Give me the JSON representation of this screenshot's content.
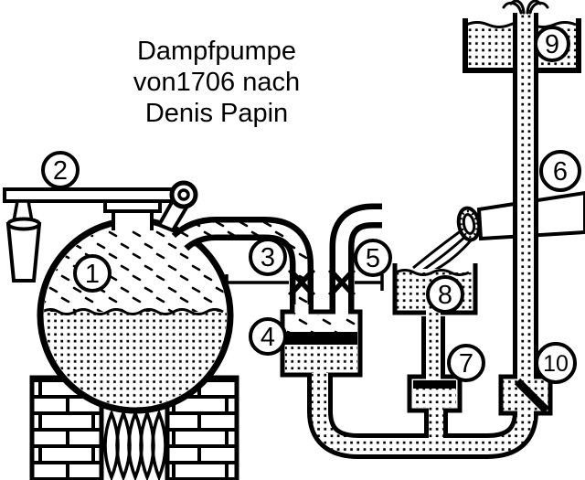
{
  "title": {
    "line1": "Dampfpumpe",
    "line2": "von1706 nach",
    "line3": "Denis Papin"
  },
  "labels": {
    "l1": "1",
    "l2": "2",
    "l3": "3",
    "l4": "4",
    "l5": "5",
    "l6": "6",
    "l7": "7",
    "l8": "8",
    "l9": "9",
    "l10": "10"
  },
  "colors": {
    "ink": "#000000",
    "paper": "#ffffff"
  }
}
